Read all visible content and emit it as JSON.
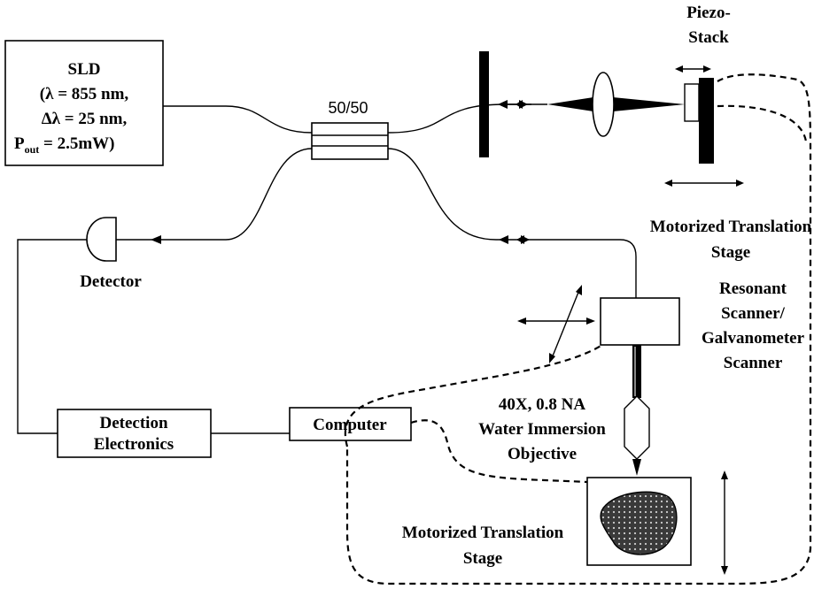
{
  "source": {
    "line1": "SLD",
    "line2": "(λ = 855 nm,",
    "line3": "Δλ = 25 nm,",
    "line4_prefix": "P",
    "line4_sub": "out",
    "line4_suffix": " = 2.5mW)"
  },
  "coupler": {
    "label": "50/50"
  },
  "piezo": {
    "line1": "Piezo-",
    "line2": "Stack"
  },
  "ref_stage": {
    "line1": "Motorized Translation",
    "line2": "Stage"
  },
  "detector": {
    "label": "Detector"
  },
  "scanner": {
    "line1": "Resonant",
    "line2": "Scanner/",
    "line3": "Galvanometer",
    "line4": "Scanner"
  },
  "objective": {
    "line1": "40X, 0.8 NA",
    "line2": "Water Immersion",
    "line3": "Objective"
  },
  "detection": {
    "line1": "Detection",
    "line2": "Electronics"
  },
  "computer": {
    "label": "Computer"
  },
  "sample_stage": {
    "line1": "Motorized Translation",
    "line2": "Stage"
  },
  "colors": {
    "ink": "#000000",
    "background": "#ffffff",
    "sample_fill": "#3a3a3a"
  }
}
